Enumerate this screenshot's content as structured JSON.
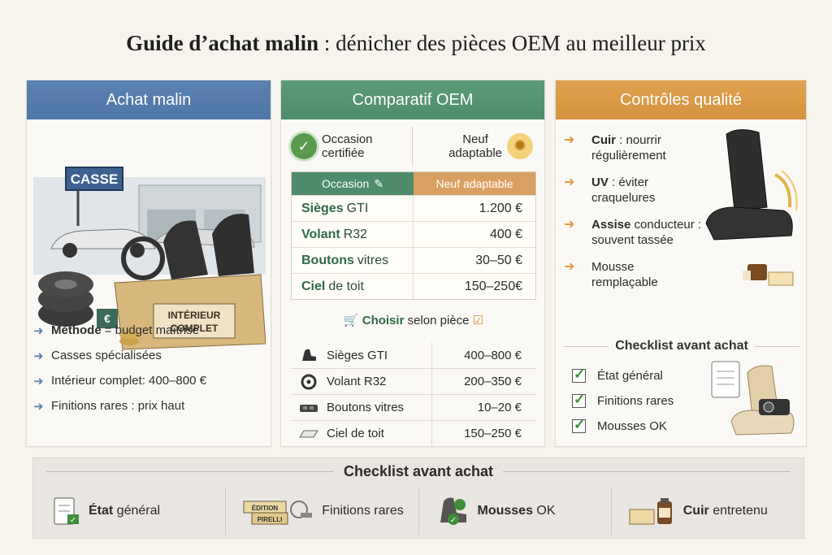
{
  "title": {
    "bold": "Guide d’achat malin",
    "rest": " : dénicher des pièces OEM au meilleur prix"
  },
  "col1": {
    "header": "Achat malin",
    "sign": "CASSE",
    "box_label_1": "INTÉRIEUR",
    "box_label_2": "COMPLET",
    "bullets": [
      {
        "bold": "Méthode",
        "text": "= budget maîtrisé"
      },
      {
        "bold": "",
        "text": "Casses spécialisées"
      },
      {
        "bold": "",
        "text": "Intérieur complet: 400–800 €"
      },
      {
        "bold": "",
        "text": "Finitions rares : prix haut"
      }
    ]
  },
  "col2": {
    "header": "Comparatif OEM",
    "type_left_1": "Occasion",
    "type_left_2": "certifiée",
    "type_right_1": "Neuf",
    "type_right_2": "adaptable",
    "table_head": {
      "left": "Occasion",
      "right": "Neuf adaptable"
    },
    "rows": [
      {
        "bold": "Sièges",
        "rest": "GTI",
        "price": "1.200 €"
      },
      {
        "bold": "Volant",
        "rest": "R32",
        "price": "400 €"
      },
      {
        "bold": "Boutons",
        "rest": "vitres",
        "price": "30–50 €"
      },
      {
        "bold": "Ciel",
        "rest": "de toit",
        "price": "150–250€"
      }
    ],
    "choose_bold": "Choisir",
    "choose_rest": "selon pièce",
    "rows2": [
      {
        "icon": "seat-icon",
        "name": "Sièges GTI",
        "price": "400–800 €"
      },
      {
        "icon": "steering-wheel-icon",
        "name": "Volant R32",
        "price": "200–350 €"
      },
      {
        "icon": "window-buttons-icon",
        "name": "Boutons vitres",
        "price": "10–20 €"
      },
      {
        "icon": "headliner-icon",
        "name": "Ciel de toit",
        "price": "150–250 €"
      }
    ]
  },
  "col3": {
    "header": "Contrôles qualité",
    "items": [
      {
        "bold": "Cuir",
        "text": " : nourrir régulièrement"
      },
      {
        "bold": "UV",
        "text": " : éviter craquelures"
      },
      {
        "bold": "Assise",
        "text": " conducteur : souvent tassée"
      },
      {
        "bold": "",
        "text": "Mousse remplaçable"
      }
    ],
    "checklist_title": "Checklist avant achat",
    "checklist": [
      "État général",
      "Finitions rares",
      "Mousses OK"
    ]
  },
  "band": {
    "title": "Checklist avant achat",
    "items": [
      {
        "bold": "État",
        "rest": " général"
      },
      {
        "bold": "",
        "rest": "Finitions rares"
      },
      {
        "bold": "Mousses",
        "rest": " OK"
      },
      {
        "bold": "Cuir",
        "rest": " entretenu"
      }
    ],
    "tag_1": "ÉDITION",
    "tag_2": "PIRELLI"
  },
  "colors": {
    "blue": "#4e76a6",
    "green": "#4f8c6b",
    "orange": "#d4923d"
  }
}
